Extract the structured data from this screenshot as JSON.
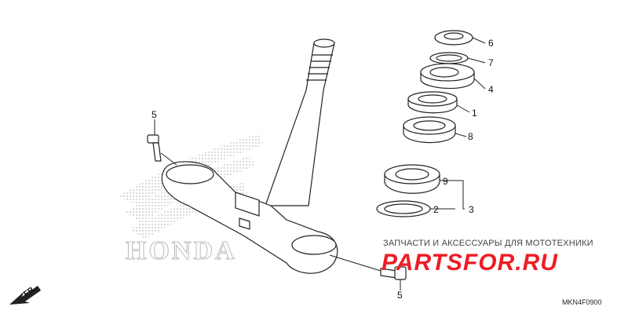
{
  "diagram": {
    "callouts": [
      "6",
      "7",
      "4",
      "1",
      "8",
      "9",
      "2",
      "3",
      "5",
      "5"
    ],
    "watermark": {
      "banner": "ЗАПЧАСТИ И АКСЕССУАРЫ ДЛЯ МОТОТЕХНИКИ",
      "site": "PARTSFOR.RU",
      "brand_logo_text": "HONDA"
    },
    "direction_label": "FR.",
    "figure_code": "MKN4F0900",
    "colors": {
      "line": "#222222",
      "site_red": "#ee1c25",
      "logo_dots": "#bbbbbb"
    }
  }
}
